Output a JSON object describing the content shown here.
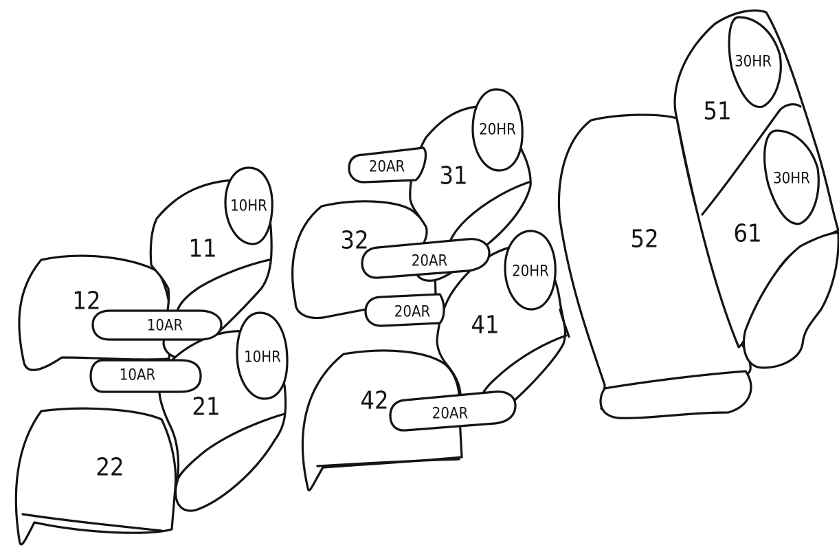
{
  "diagram": {
    "parts": {
      "p11": "11",
      "p12": "12",
      "p21": "21",
      "p22": "22",
      "p31": "31",
      "p32": "32",
      "p41": "41",
      "p42": "42",
      "p51": "51",
      "p52": "52",
      "p61": "61",
      "hr10a": "10HR",
      "hr10b": "10HR",
      "hr20a": "20HR",
      "hr20b": "20HR",
      "hr30a": "30HR",
      "hr30b": "30HR",
      "ar10a": "10AR",
      "ar10b": "10AR",
      "ar20a": "20AR",
      "ar20b": "20AR",
      "ar20c": "20AR",
      "ar20d": "20AR"
    }
  }
}
